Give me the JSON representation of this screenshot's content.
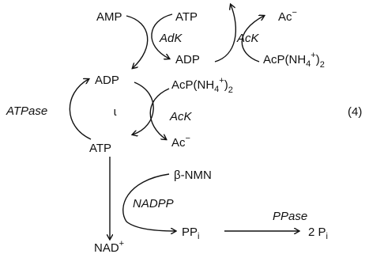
{
  "scheme": {
    "cycle1": {
      "amp": "AMP",
      "atp": "ATP",
      "adp": "ADP",
      "ac": "Ac",
      "ac_charge": "−",
      "acp": "AcP(NH",
      "acp_sub": "4",
      "acp_sup": "+",
      "acp_tail": ")",
      "acp_tail_sub": "2",
      "enzyme_left": "AdK",
      "enzyme_right": "AcK"
    },
    "cycle2": {
      "adp": "ADP",
      "atp": "ATP",
      "acp": "AcP(NH",
      "acp_sub": "4",
      "acp_sup": "+",
      "acp_tail": ")",
      "acp_tail_sub": "2",
      "ac": "Ac",
      "ac_charge": "−",
      "enzyme_outer": "ATPase",
      "enzyme_inner": "AcK",
      "center_mark": "ɩ"
    },
    "equation_number": "(4)",
    "cycle3": {
      "substrate": "β-NMN",
      "enzyme": "NADPP",
      "ppi": "PP",
      "ppi_sub": "i",
      "enzyme_ppase": "PPase",
      "product_pi_coef": "2 P",
      "product_pi_sub": "i",
      "nad": "NAD",
      "nad_sup": "+"
    }
  }
}
